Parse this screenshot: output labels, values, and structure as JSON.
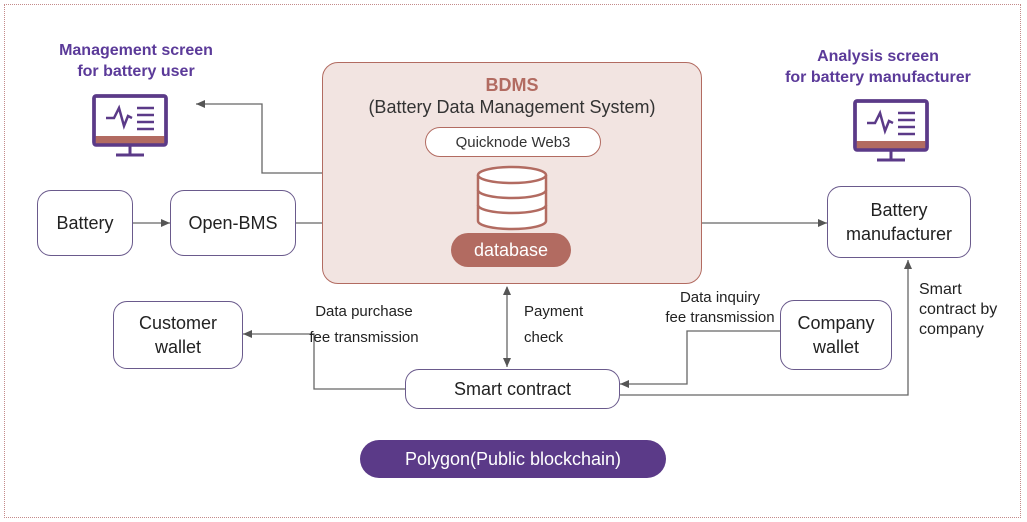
{
  "user_screen": {
    "line1": "Management screen",
    "line2": "for battery user"
  },
  "manufacturer_screen": {
    "line1": "Analysis screen",
    "line2": "for battery manufacturer"
  },
  "bdms": {
    "title": "BDMS",
    "subtitle": "(Battery Data Management System)",
    "quicknode": "Quicknode Web3",
    "database": "database"
  },
  "nodes": {
    "battery": "Battery",
    "open_bms": "Open-BMS",
    "manufacturer_line1": "Battery",
    "manufacturer_line2": "manufacturer",
    "customer_wallet_line1": "Customer",
    "customer_wallet_line2": "wallet",
    "company_wallet_line1": "Company",
    "company_wallet_line2": "wallet",
    "smart_contract": "Smart contract"
  },
  "labels": {
    "data_purchase_1": "Data purchase",
    "data_purchase_2": "fee transmission",
    "payment_1": "Payment",
    "payment_2": "check",
    "inquiry_1": "Data inquiry",
    "inquiry_2": "fee transmission",
    "smart_by_1": "Smart",
    "smart_by_2": "contract by",
    "smart_by_3": "company"
  },
  "polygon": "Polygon(Public blockchain)",
  "colors": {
    "accent_purple": "#5b3a88",
    "bdms_fill": "#f2e4e1",
    "bdms_border": "#b26b61"
  }
}
